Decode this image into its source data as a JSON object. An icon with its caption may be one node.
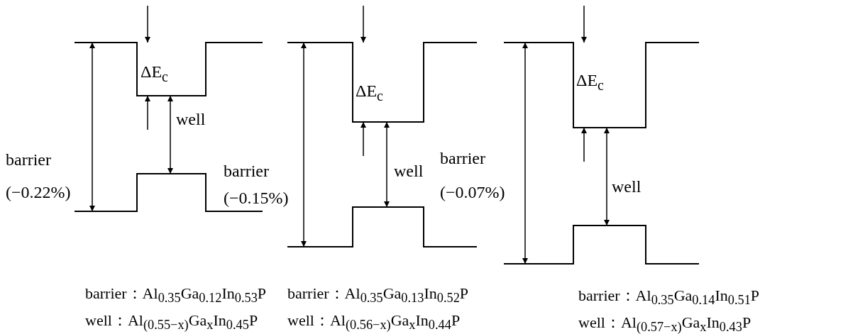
{
  "diagram": {
    "labels": [
      "ΔE$_{c}$",
      "barrier",
      "(−0.22%)",
      "well",
      "ΔE$_{c}$",
      "barrier",
      "(−0.15%)",
      "well",
      "ΔE$_{c}$",
      "barrier",
      "(−0.07%)",
      "well",
      "barrier：Al$_{0.35}$Ga$_{0.12}$In$_{0.53}$P",
      "barrier：Al$_{0.35}$Ga$_{0.13}$In$_{0.52}$P",
      "barrier：Al$_{0.35}$Ga$_{0.14}$In$_{0.51}$P",
      "well：Al$_{(0.55−x)}$Ga$_{x}$In$_{0.45}$P",
      "well：Al$_{(0.56−x)}$Ga$_{x}$In$_{0.44}$P",
      "well：Al$_{(0.57−x)}$Ga$_{x}$In$_{0.43}$P"
    ]
  }
}
